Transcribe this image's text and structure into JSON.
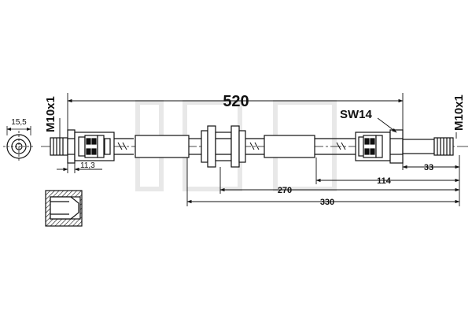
{
  "drawing": {
    "overall_length": "520",
    "thread_left": "M10x1",
    "thread_right": "M10x1",
    "wrench_size": "SW14",
    "end_view_diameter": "15,5",
    "hex_width": "11,3",
    "dim_33": "33",
    "dim_114": "114",
    "dim_270": "270",
    "dim_330": "330"
  },
  "colors": {
    "line": "#111111",
    "watermark": "#e9e9e9"
  }
}
